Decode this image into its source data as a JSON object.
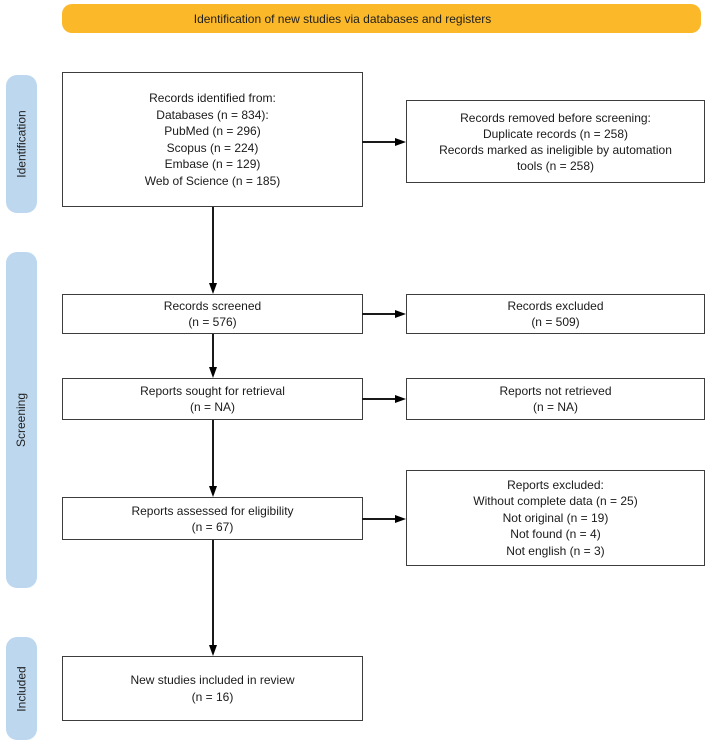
{
  "banner": {
    "label": "Identification of new studies via databases and registers",
    "bg_color": "#FBB829"
  },
  "sidebar": {
    "bg_color": "#BDD7EE",
    "stages": [
      {
        "label": "Identification"
      },
      {
        "label": "Screening"
      },
      {
        "label": "Included"
      }
    ]
  },
  "boxes": {
    "records_identified": {
      "lines": [
        "Records identified from:",
        "Databases (n = 834):",
        "PubMed (n = 296)",
        "Scopus (n = 224)",
        "Embase (n = 129)",
        "Web of Science (n = 185)"
      ]
    },
    "records_removed": {
      "lines": [
        "Records removed before screening:",
        "Duplicate records (n = 258)",
        "Records marked as ineligible by automation",
        "tools (n = 258)"
      ]
    },
    "records_screened": {
      "lines": [
        "Records screened",
        "(n = 576)"
      ]
    },
    "records_excluded": {
      "lines": [
        "Records excluded",
        "(n = 509)"
      ]
    },
    "reports_sought": {
      "lines": [
        "Reports sought for retrieval",
        "(n = NA)"
      ]
    },
    "reports_not_retrieved": {
      "lines": [
        "Reports not retrieved",
        "(n = NA)"
      ]
    },
    "reports_assessed": {
      "lines": [
        "Reports assessed for eligibility",
        "(n = 67)"
      ]
    },
    "reports_excluded": {
      "lines": [
        "Reports excluded:",
        "Without complete data (n = 25)",
        "Not original (n = 19)",
        "Not found (n = 4)",
        "Not english (n = 3)"
      ]
    },
    "new_studies_included": {
      "lines": [
        "New studies included in review",
        "(n = 16)"
      ]
    }
  }
}
